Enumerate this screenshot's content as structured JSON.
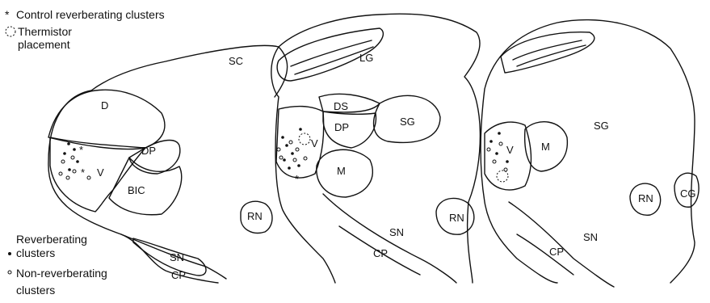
{
  "legend_top": {
    "control_symbol": "*",
    "control_label": "Control reverberating clusters",
    "thermistor_line1": "Thermistor",
    "thermistor_line2": "placement"
  },
  "legend_bottom": {
    "reverb_line1": "Reverberating",
    "reverb_line2": "clusters",
    "nonreverb_line1": "Non-reverberating",
    "nonreverb_line2": "clusters"
  },
  "section1": {
    "labels": [
      "SC",
      "D",
      "DP",
      "V",
      "BIC",
      "RN",
      "SN",
      "CP"
    ]
  },
  "section2": {
    "labels": [
      "LG",
      "DS",
      "DP",
      "SG",
      "V",
      "M",
      "RN",
      "SN",
      "CP"
    ]
  },
  "section3": {
    "labels": [
      "SG",
      "V",
      "M",
      "CG",
      "RN",
      "SN",
      "CP"
    ]
  },
  "colors": {
    "line": "#111111",
    "background": "#ffffff"
  }
}
